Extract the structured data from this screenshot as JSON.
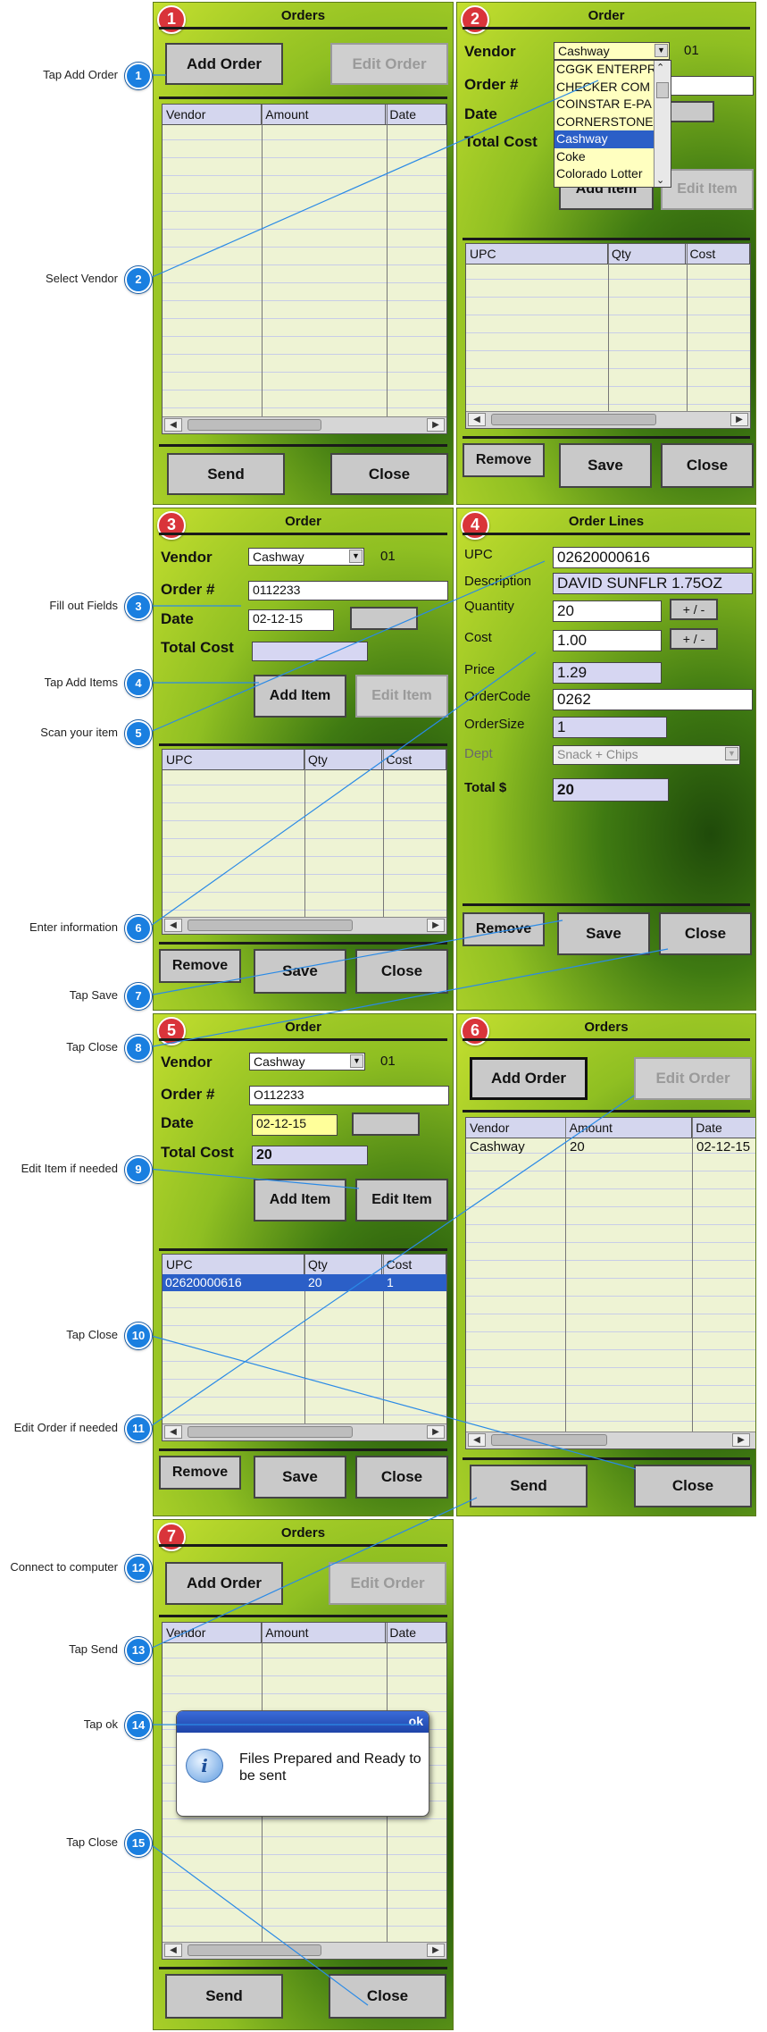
{
  "callouts": [
    {
      "n": "1",
      "label": "Tap Add Order"
    },
    {
      "n": "2",
      "label": "Select Vendor"
    },
    {
      "n": "3",
      "label": "Fill out Fields"
    },
    {
      "n": "4",
      "label": "Tap Add Items"
    },
    {
      "n": "5",
      "label": "Scan your item"
    },
    {
      "n": "6",
      "label": "Enter information"
    },
    {
      "n": "7",
      "label": "Tap Save"
    },
    {
      "n": "8",
      "label": "Tap Close"
    },
    {
      "n": "9",
      "label": "Edit Item if needed"
    },
    {
      "n": "10",
      "label": "Tap Close"
    },
    {
      "n": "11",
      "label": "Edit Order if needed"
    },
    {
      "n": "12",
      "label": "Connect to computer"
    },
    {
      "n": "13",
      "label": "Tap Send"
    },
    {
      "n": "14",
      "label": "Tap ok"
    },
    {
      "n": "15",
      "label": "Tap Close"
    }
  ],
  "panel1": {
    "num": "1",
    "title": "Orders",
    "add": "Add Order",
    "edit": "Edit Order",
    "cols": [
      "Vendor",
      "Amount",
      "Date"
    ],
    "send": "Send",
    "close": "Close"
  },
  "panel2": {
    "num": "2",
    "title": "Order",
    "vendor_label": "Vendor",
    "vendor_value": "Cashway",
    "store_num": "01",
    "order_label": "Order #",
    "date_label": "Date",
    "total_label": "Total Cost",
    "dropdown": [
      "CGGK ENTERPR",
      "CHECKER  COM",
      "COINSTAR E-PA",
      "CORNERSTONE",
      "Cashway",
      "Coke",
      "Colorado Lotter"
    ],
    "add_item": "Add Item",
    "edit_item": "Edit Item",
    "cols": [
      "UPC",
      "Qty",
      "Cost"
    ],
    "remove": "Remove",
    "save": "Save",
    "close": "Close"
  },
  "panel3": {
    "num": "3",
    "title": "Order",
    "vendor_label": "Vendor",
    "vendor_value": "Cashway",
    "store_num": "01",
    "order_label": "Order #",
    "order_value": "0112233",
    "date_label": "Date",
    "date_value": "02-12-15",
    "total_label": "Total Cost",
    "add_item": "Add Item",
    "edit_item": "Edit Item",
    "cols": [
      "UPC",
      "Qty",
      "Cost"
    ],
    "remove": "Remove",
    "save": "Save",
    "close": "Close"
  },
  "panel4": {
    "num": "4",
    "title": "Order Lines",
    "upc_label": "UPC",
    "upc_value": "02620000616",
    "desc_label": "Description",
    "desc_value": "DAVID SUNFLR 1.75OZ",
    "qty_label": "Quantity",
    "qty_value": "20",
    "plusminus": "+ / -",
    "cost_label": "Cost",
    "cost_value": "1.00",
    "price_label": "Price",
    "price_value": "1.29",
    "ordercode_label": "OrderCode",
    "ordercode_value": "0262",
    "ordersize_label": "OrderSize",
    "ordersize_value": "1",
    "dept_label": "Dept",
    "dept_value": "Snack + Chips",
    "total_label": "Total $",
    "total_value": "20",
    "remove": "Remove",
    "save": "Save",
    "close": "Close"
  },
  "panel5": {
    "num": "5",
    "title": "Order",
    "vendor_label": "Vendor",
    "vendor_value": "Cashway",
    "store_num": "01",
    "order_label": "Order #",
    "order_value": "O112233",
    "date_label": "Date",
    "date_value": "02-12-15",
    "total_label": "Total Cost",
    "total_value": "20",
    "add_item": "Add Item",
    "edit_item": "Edit Item",
    "cols": [
      "UPC",
      "Qty",
      "Cost"
    ],
    "row": [
      "02620000616",
      "20",
      "1"
    ],
    "remove": "Remove",
    "save": "Save",
    "close": "Close"
  },
  "panel6": {
    "num": "6",
    "title": "Orders",
    "add": "Add Order",
    "edit": "Edit Order",
    "cols": [
      "Vendor",
      "Amount",
      "Date"
    ],
    "row": [
      "Cashway",
      "20",
      "02-12-15"
    ],
    "send": "Send",
    "close": "Close"
  },
  "panel7": {
    "num": "7",
    "title": "Orders",
    "add": "Add Order",
    "edit": "Edit Order",
    "cols": [
      "Vendor",
      "Amount",
      "Date"
    ],
    "send": "Send",
    "close": "Close",
    "dialog": {
      "ok": "ok",
      "icon": "i",
      "message": "Files Prepared and Ready to be sent"
    }
  },
  "colors": {
    "accent_blue": "#1a7fe0",
    "panel_number_red": "#d9343a",
    "selection_blue": "#2b5fc7"
  }
}
